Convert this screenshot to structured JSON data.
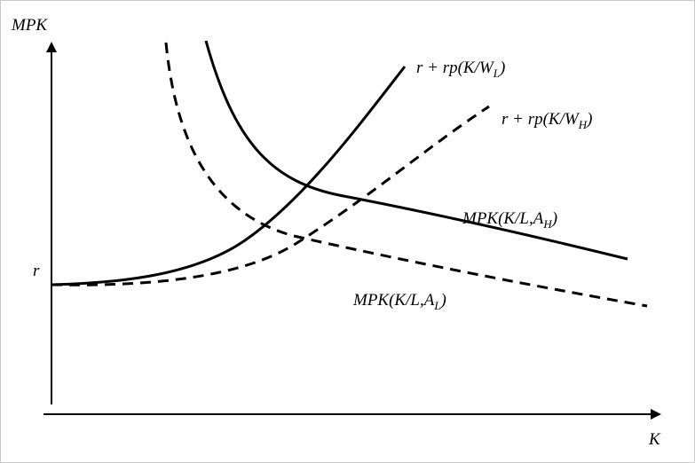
{
  "axes": {
    "y_label": "MPK",
    "x_label": "K",
    "y_tick_label": "r"
  },
  "curves": {
    "supply_low_wealth": {
      "prefix": "r + rp(K/W",
      "subscript": "L",
      "suffix": ")",
      "style": "solid"
    },
    "supply_high_wealth": {
      "prefix": "r + rp(K/W",
      "subscript": "H",
      "suffix": ")",
      "style": "dashed"
    },
    "mpk_high": {
      "prefix": "MPK(K/L,A",
      "subscript": "H",
      "suffix": ")",
      "style": "solid"
    },
    "mpk_low": {
      "prefix": "MPK(K/L,A",
      "subscript": "L",
      "suffix": ")",
      "style": "dashed"
    }
  },
  "colors": {
    "line": "#000000",
    "background": "#ffffff",
    "frame": "#c8c8c8"
  }
}
